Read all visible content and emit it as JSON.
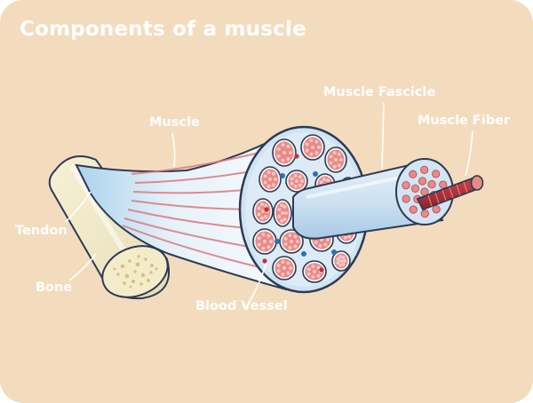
{
  "title": "Components of a muscle",
  "labels": {
    "muscle": "Muscle",
    "muscle_fascicle": "Muscle Fascicle",
    "muscle_fiber": "Muscle Fiber",
    "tendon": "Tendon",
    "bone": "Bone",
    "blood_vessel": "Blood Vessel"
  },
  "colors": {
    "background": "#f3dcbd",
    "label_text": "#ffffff",
    "outline": "#2c3a55",
    "tendon_blue": "#b9d9ee",
    "muscle_fiber_red": "#b8333a",
    "fascicle_pink": "#e88a86",
    "bone_cream": "#f3eed0",
    "blood_vessel_blue": "#2f6fb0"
  }
}
